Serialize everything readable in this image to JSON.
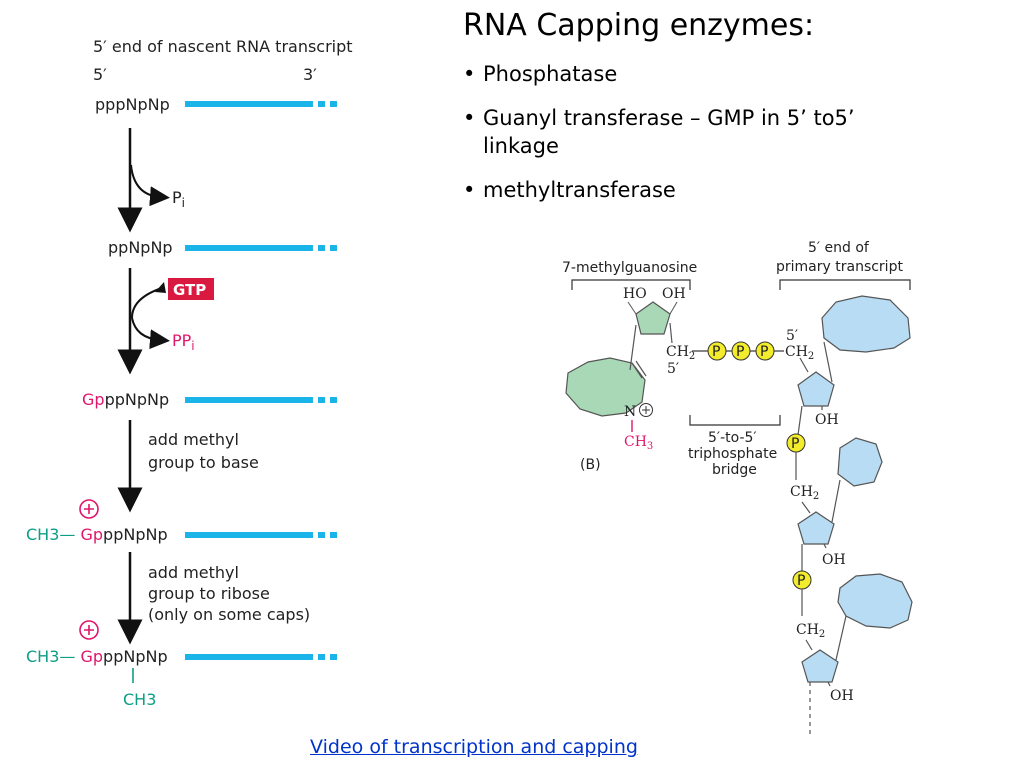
{
  "title": "RNA Capping enzymes:",
  "bullets": [
    "Phosphatase",
    "Guanyl transferase – GMP in 5’ to5’ linkage",
    "methyltransferase"
  ],
  "link_text": "Video of transcription and capping",
  "left_figure": {
    "heading": "5′ end of nascent RNA transcript",
    "end5": "5′",
    "end3": "3′",
    "rows": [
      "pppNpNp",
      "ppNpNp",
      "GpppNpNp",
      "CH3— GpppNpNp",
      "CH3— GpppNpNp"
    ],
    "pi": "Pi",
    "gtp": "GTP",
    "ppi": "PPi",
    "step_base": [
      "add methyl",
      "group to base"
    ],
    "step_ribose": [
      "add methyl",
      "group to ribose",
      "(only on some caps)"
    ],
    "plus": "+",
    "ch3": "CH3",
    "seq_gp": "Gp",
    "seq_rest": "ppNpNp"
  },
  "right_figure": {
    "guanosine_label": "7-methylguanosine",
    "primary_label": [
      "5′ end of",
      "primary transcript"
    ],
    "ho": "HO",
    "oh": "OH",
    "ch2": "CH2",
    "five_prime": "5′",
    "p": "P",
    "n_plus": "N",
    "ch3": "CH3",
    "bridge": [
      "5′-to-5′",
      "triphosphate",
      "bridge"
    ],
    "panel": "(B)"
  },
  "colors": {
    "rna_bar": "#1ab4e8",
    "gtp_box": "#d9193f",
    "magenta": "#e0156b",
    "green": "#0e9e86",
    "link": "#0033cc",
    "phosphate": "#f2ec2c",
    "guanine_ring": "#a8d8b6",
    "base_ring": "#b7dcf3"
  }
}
